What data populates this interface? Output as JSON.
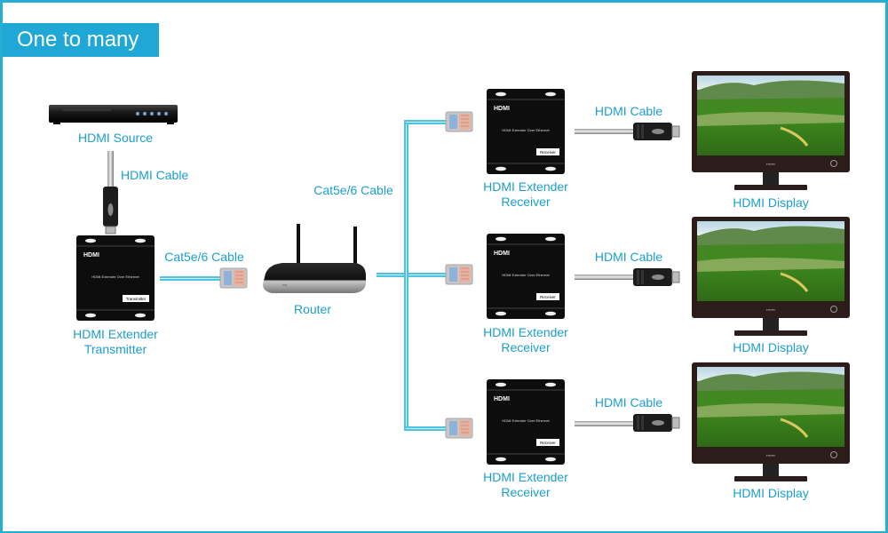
{
  "title": "One to many",
  "colors": {
    "accent": "#1fa8d6",
    "label": "#1a9fce",
    "cable_blue": "#4ec3e0",
    "device_black": "#111111"
  },
  "source": {
    "label": "HDMI Source",
    "cable_label": "HDMI Cable"
  },
  "transmitter": {
    "brand": "HDMI",
    "model_text": "HDMI Extender Over Ethernet",
    "badge": "Transmitter",
    "label_line1": "HDMI Extender",
    "label_line2": "Transmitter",
    "cable_label": "Cat5e/6 Cable"
  },
  "router": {
    "label": "Router",
    "cable_label": "Cat5e/6 Cable"
  },
  "receivers": [
    {
      "brand": "HDMI",
      "model_text": "HDMI Extender Over Ethernet",
      "badge": "Receiver",
      "label_line1": "HDMI Extender",
      "label_line2": "Receiver",
      "cable_label": "HDMI Cable",
      "display_label": "HDMI Display"
    },
    {
      "brand": "HDMI",
      "model_text": "HDMI Extender Over Ethernet",
      "badge": "Receiver",
      "label_line1": "HDMI Extender",
      "label_line2": "Receiver",
      "cable_label": "HDMI Cable",
      "display_label": "HDMI Display"
    },
    {
      "brand": "HDMI",
      "model_text": "HDMI Extender Over Ethernet",
      "badge": "Receiver",
      "label_line1": "HDMI Extender",
      "label_line2": "Receiver",
      "cable_label": "HDMI Cable",
      "display_label": "HDMI Display"
    }
  ]
}
